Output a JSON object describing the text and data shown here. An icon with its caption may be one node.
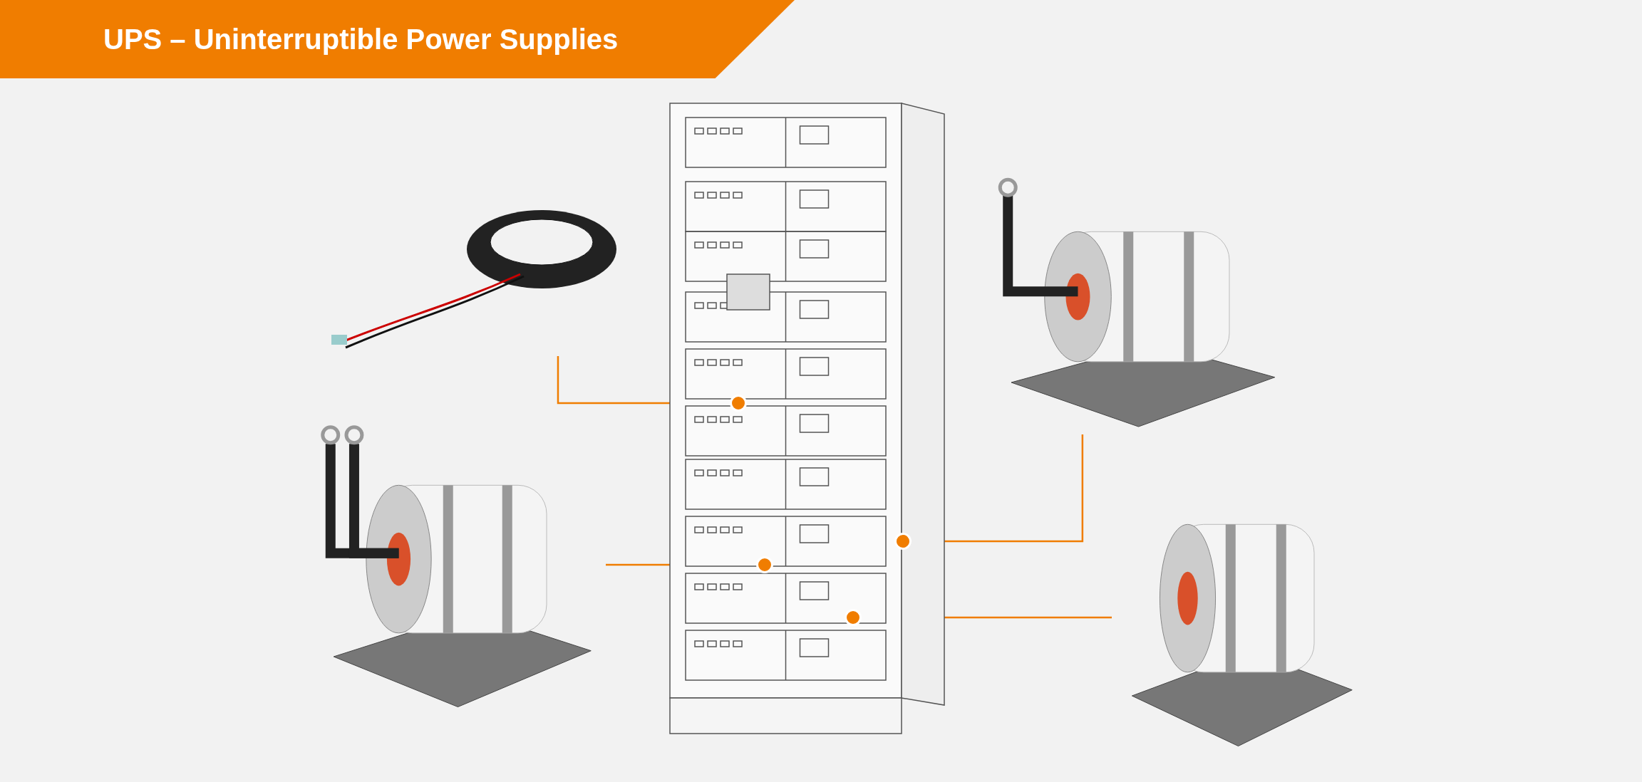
{
  "diagram": {
    "title": "UPS – Uninterruptible Power Supplies",
    "nodes": [
      {
        "text": [],
        "shape": "picture"
      },
      {
        "text": [],
        "shape": "picture"
      },
      {
        "text": [],
        "shape": "picture"
      },
      {
        "text": [],
        "shape": "picture"
      },
      {
        "text": [],
        "shape": "picture"
      },
      {
        "text": [],
        "shape": "circle",
        "in": 0
      },
      {
        "text": [],
        "shape": "circle",
        "in": 0
      },
      {
        "text": [],
        "shape": "circle",
        "in": 0
      },
      {
        "text": [],
        "shape": "circle",
        "in": 0
      }
    ],
    "edges": [
      {
        "from": 1,
        "to": 5,
        "arrow": "none"
      },
      {
        "from": 2,
        "to": 6,
        "arrow": "none"
      },
      {
        "from": 3,
        "to": 7,
        "arrow": "none"
      },
      {
        "from": 4,
        "to": 8,
        "arrow": "none"
      }
    ]
  }
}
